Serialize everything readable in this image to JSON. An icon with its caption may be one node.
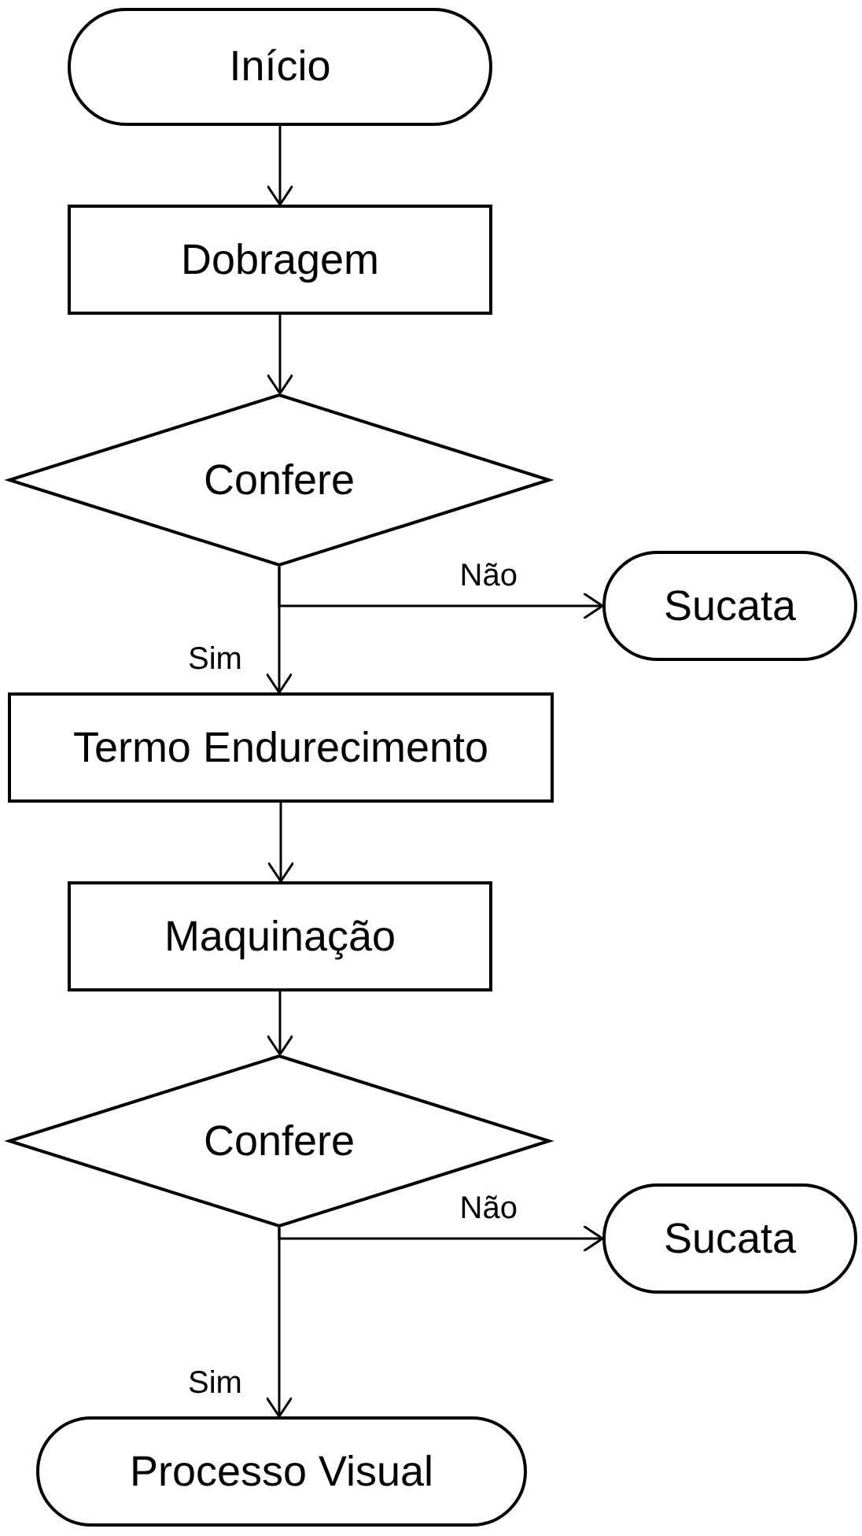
{
  "diagram": {
    "nodes": [
      {
        "text": [
          "Início"
        ]
      },
      {
        "text": [
          "Dobragem"
        ]
      },
      {
        "text": [
          "Confere"
        ]
      },
      {
        "text": [
          "Sucata"
        ]
      },
      {
        "text": [
          "Termo Endurecimento"
        ]
      },
      {
        "text": [
          "Maquinação"
        ]
      },
      {
        "text": [
          "Confere"
        ]
      },
      {
        "text": [
          "Sucata"
        ]
      },
      {
        "text": [
          "Processo Visual"
        ]
      }
    ],
    "edges": [
      {
        "from": 0,
        "to": 1,
        "arrow": "to"
      },
      {
        "from": 1,
        "to": 2,
        "arrow": "to"
      },
      {
        "from": 2,
        "to": 3,
        "arrow": "to",
        "label": "Não"
      },
      {
        "from": 2,
        "to": 4,
        "arrow": "to",
        "label": "Sim"
      },
      {
        "from": 4,
        "to": 5,
        "arrow": "to"
      },
      {
        "from": 5,
        "to": 6,
        "arrow": "to"
      },
      {
        "from": 6,
        "to": 7,
        "arrow": "to",
        "label": "Não"
      },
      {
        "from": 6,
        "to": 8,
        "arrow": "to",
        "label": "Sim"
      }
    ]
  }
}
